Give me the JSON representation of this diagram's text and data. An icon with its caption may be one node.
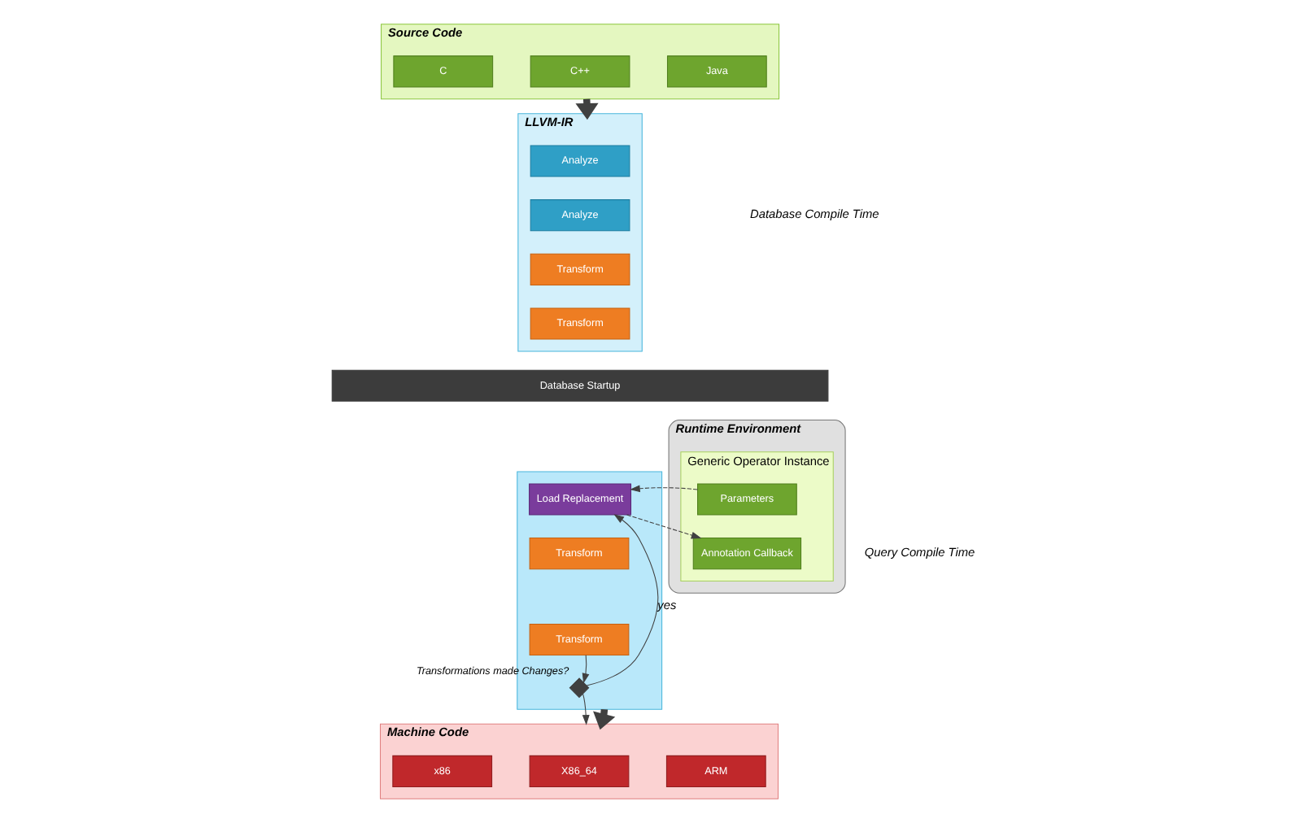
{
  "diagram": {
    "nodes": [
      {
        "text": [
          "Source Code"
        ]
      },
      {
        "text": [
          "C"
        ],
        "in": 0
      },
      {
        "text": [
          "C++"
        ],
        "in": 0
      },
      {
        "text": [
          "Java"
        ],
        "in": 0
      },
      {
        "text": [
          "LLVM-IR"
        ]
      },
      {
        "text": [
          "Analyze"
        ],
        "in": 4
      },
      {
        "text": [
          "Analyze"
        ],
        "in": 4
      },
      {
        "text": [
          "Transform"
        ],
        "in": 4
      },
      {
        "text": [
          "Transform"
        ],
        "in": 4
      },
      {
        "text": [
          "Database Startup"
        ]
      },
      {
        "text": [],
        "shape": "box"
      },
      {
        "text": [
          "Load Replacement"
        ],
        "in": 10
      },
      {
        "text": [
          "Transform"
        ],
        "in": 10
      },
      {
        "text": [
          "Transform"
        ],
        "in": 10
      },
      {
        "text": [],
        "shape": "diamond",
        "beside": [
          "Transformations made Changes?"
        ],
        "in": 10
      },
      {
        "text": [
          "Runtime Environment"
        ]
      },
      {
        "text": [
          "Generic Operator Instance"
        ],
        "in": 15
      },
      {
        "text": [
          "Parameters"
        ],
        "in": 16
      },
      {
        "text": [
          "Annotation Callback"
        ],
        "in": 16
      },
      {
        "text": [
          "Machine Code"
        ]
      },
      {
        "text": [
          "x86"
        ],
        "in": 19
      },
      {
        "text": [
          "X86_64"
        ],
        "in": 19
      },
      {
        "text": [
          "ARM"
        ],
        "in": 19
      }
    ],
    "edges": [
      {
        "from": 0,
        "to": 4,
        "arrow": "to",
        "style": "thick"
      },
      {
        "from": 13,
        "to": 14,
        "arrow": "to"
      },
      {
        "from": 14,
        "to": 11,
        "arrow": "to",
        "label": "yes"
      },
      {
        "from": 14,
        "to": 19,
        "arrow": "to"
      },
      {
        "from": 10,
        "to": 19,
        "arrow": "to",
        "style": "thick"
      },
      {
        "from": 17,
        "to": 11,
        "arrow": "to",
        "style": "dashed"
      },
      {
        "from": 11,
        "to": 18,
        "arrow": "to",
        "style": "dashed"
      }
    ],
    "labels": [
      "Database Compile Time",
      "Query Compile Time"
    ]
  }
}
